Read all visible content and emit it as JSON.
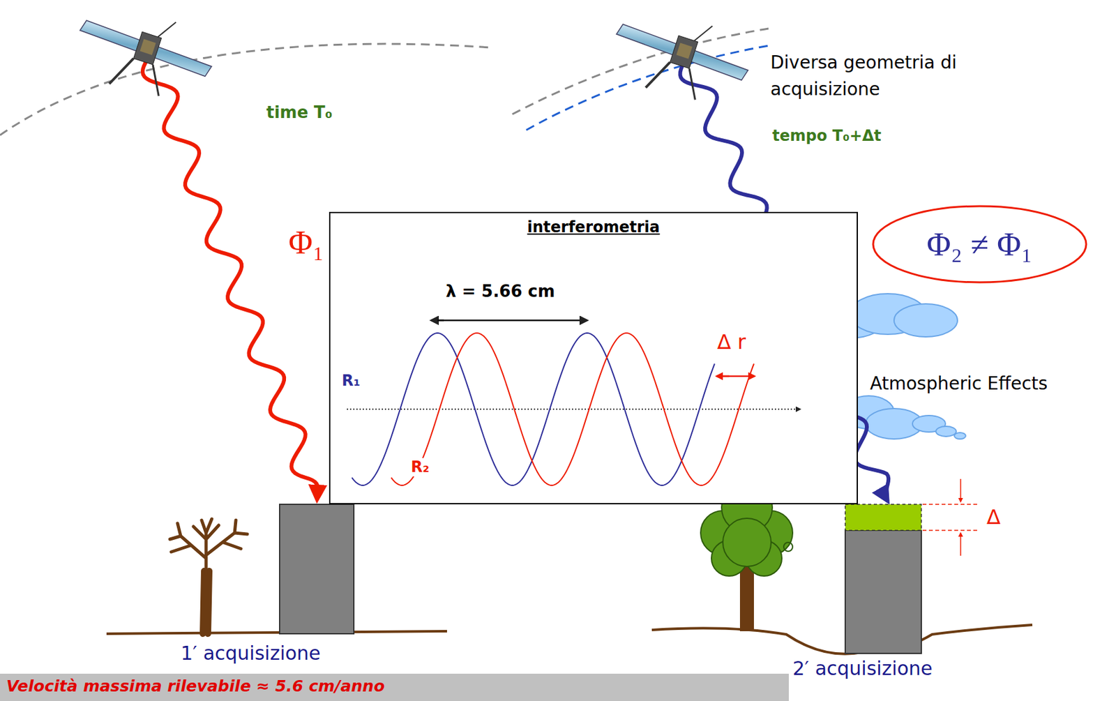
{
  "diagram": {
    "nodes": [
      {
        "text": [
          "interferometria"
        ]
      },
      {
        "text": [
          "Φ₂ ≠ Φ₁"
        ]
      }
    ],
    "labels": [
      "Φ₁",
      "time T₀",
      "Diversa geometria di acquisizione",
      "tempo T₀+Δt",
      "λ = 5.66 cm",
      "R₁",
      "R₂",
      "Δ r",
      "Atmospheric Effects",
      "Δ",
      "1′ acquisizione",
      "2′ acquisizione",
      "Velocità massima rilevabile ≈ 5.6 cm/anno"
    ]
  }
}
